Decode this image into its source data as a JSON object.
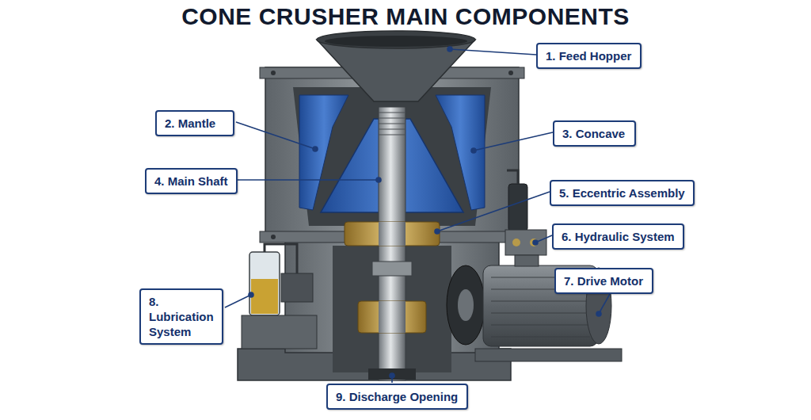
{
  "diagram": {
    "title": "CONE CRUSHER MAIN COMPONENTS",
    "nodes": [
      {
        "text": [
          "1. Feed Hopper"
        ]
      },
      {
        "text": [
          "2. Mantle"
        ]
      },
      {
        "text": [
          "3. Concave"
        ]
      },
      {
        "text": [
          "4. Main Shaft"
        ]
      },
      {
        "text": [
          "5. Eccentric Assembly"
        ]
      },
      {
        "text": [
          "6. Hydraulic System"
        ]
      },
      {
        "text": [
          "7. Drive Motor"
        ]
      },
      {
        "text": [
          "8. Lubrication System"
        ]
      },
      {
        "text": [
          "9. Discharge Opening"
        ]
      }
    ]
  }
}
